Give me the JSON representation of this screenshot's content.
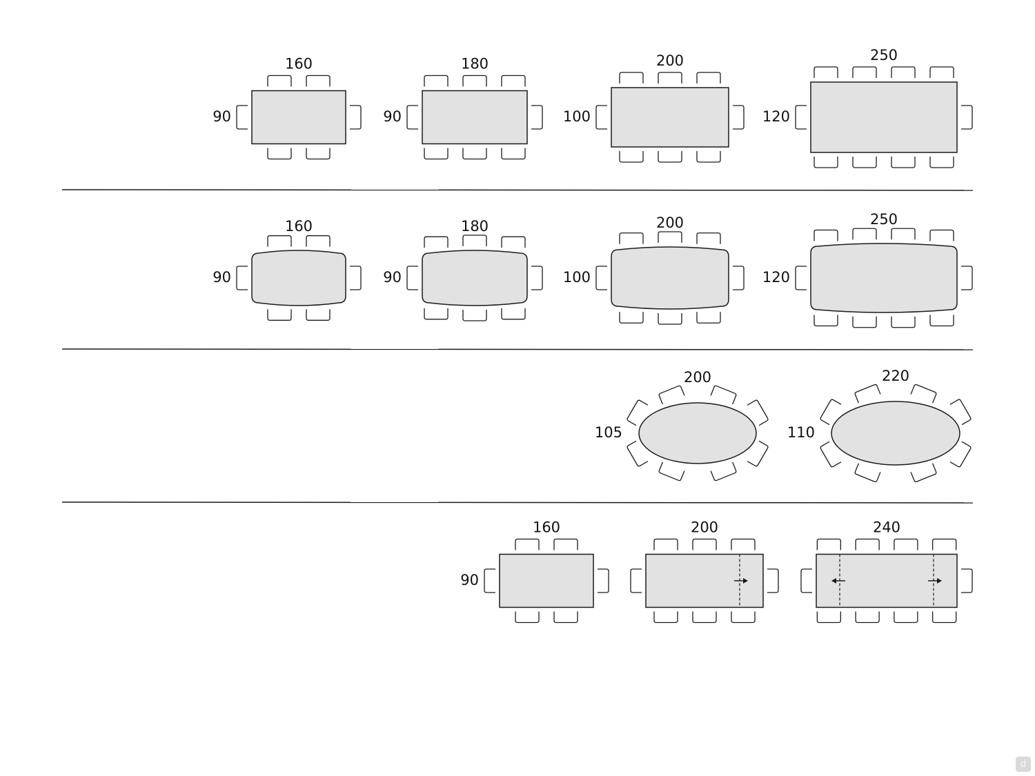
{
  "colors": {
    "background": "#ffffff",
    "table_fill": "#e2e2e2",
    "line": "#1a1a1a",
    "text": "#111111"
  },
  "rows": [
    {
      "shape": "rectangular",
      "tables": [
        {
          "length": "160",
          "width": "90",
          "chairs_per_side": 2,
          "end_chairs": true
        },
        {
          "length": "180",
          "width": "90",
          "chairs_per_side": 3,
          "end_chairs": true
        },
        {
          "length": "200",
          "width": "100",
          "chairs_per_side": 3,
          "end_chairs": true
        },
        {
          "length": "250",
          "width": "120",
          "chairs_per_side": 4,
          "end_chairs": true
        }
      ]
    },
    {
      "shape": "barrel",
      "tables": [
        {
          "length": "160",
          "width": "90",
          "chairs_per_side": 2,
          "end_chairs": true
        },
        {
          "length": "180",
          "width": "90",
          "chairs_per_side": 3,
          "end_chairs": true
        },
        {
          "length": "200",
          "width": "100",
          "chairs_per_side": 3,
          "end_chairs": true
        },
        {
          "length": "250",
          "width": "120",
          "chairs_per_side": 4,
          "end_chairs": true
        }
      ]
    },
    {
      "shape": "elliptical",
      "tables": [
        {
          "length": "200",
          "width": "105",
          "chairs_total": 8
        },
        {
          "length": "220",
          "width": "110",
          "chairs_total": 8
        }
      ]
    },
    {
      "shape": "extendable",
      "tables": [
        {
          "length": "160",
          "width": "90",
          "chairs_per_side": 2,
          "end_chairs": true,
          "extensions": 0
        },
        {
          "length": "200",
          "width": "",
          "chairs_per_side": 3,
          "end_chairs": true,
          "extensions": 1
        },
        {
          "length": "240",
          "width": "",
          "chairs_per_side": 4,
          "end_chairs": true,
          "extensions": 2
        }
      ]
    }
  ],
  "watermark_icon": "d-logo-icon"
}
